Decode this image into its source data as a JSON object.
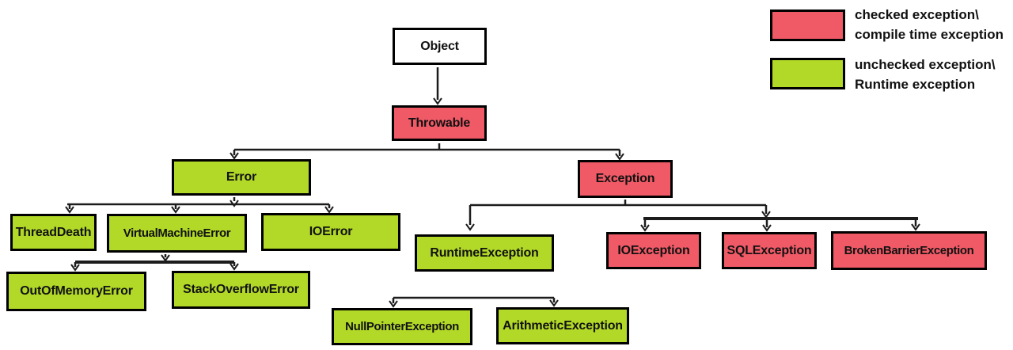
{
  "diagram": {
    "nodes": {
      "object": {
        "label": "Object",
        "type": "root"
      },
      "throwable": {
        "label": "Throwable",
        "type": "checked"
      },
      "error": {
        "label": "Error",
        "type": "unchecked"
      },
      "exception": {
        "label": "Exception",
        "type": "checked"
      },
      "threaddeath": {
        "label": "ThreadDeath",
        "type": "unchecked"
      },
      "virtualmachineerror": {
        "label": "VirtualMachineError",
        "type": "unchecked"
      },
      "ioerror": {
        "label": "IOError",
        "type": "unchecked"
      },
      "outofmemoryerror": {
        "label": "OutOfMemoryError",
        "type": "unchecked"
      },
      "stackoverflowerror": {
        "label": "StackOverflowError",
        "type": "unchecked"
      },
      "runtimeexception": {
        "label": "RuntimeException",
        "type": "unchecked"
      },
      "nullpointerexception": {
        "label": "NullPointerException",
        "type": "unchecked"
      },
      "arithmeticexception": {
        "label": "ArithmeticException",
        "type": "unchecked"
      },
      "ioexception": {
        "label": "IOException",
        "type": "checked"
      },
      "sqlexception": {
        "label": "SQLException",
        "type": "checked"
      },
      "brokenbarrierexception": {
        "label": "BrokenBarrierException",
        "type": "checked"
      }
    },
    "legend": {
      "checked": {
        "line1": "checked exception\\",
        "line2": "compile time exception"
      },
      "unchecked": {
        "line1": "unchecked exception\\",
        "line2": "Runtime exception"
      }
    },
    "colors": {
      "checked": "#f05a66",
      "unchecked": "#b2d928",
      "root": "#ffffff",
      "border": "#000000",
      "text": "#111111",
      "line": "#1c1c1c",
      "background": "#ffffff"
    }
  }
}
